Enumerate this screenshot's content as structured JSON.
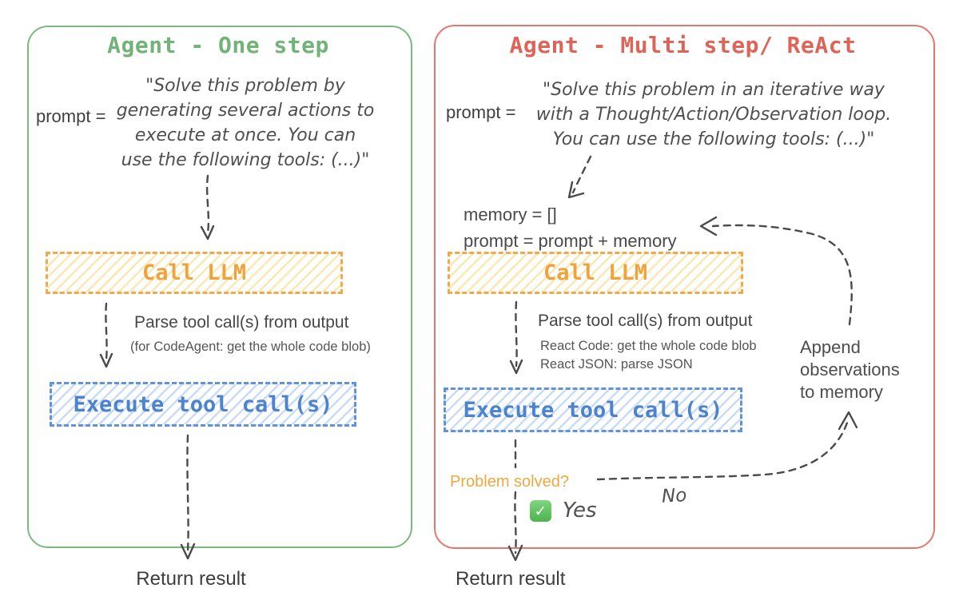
{
  "left_panel": {
    "title": "Agent - One step",
    "accent_color": "#72b377",
    "prompt_label": "prompt =",
    "prompt_lines": [
      "\"Solve this problem by",
      "generating several actions to",
      "execute at once. You can",
      "use the following tools: (...)\""
    ],
    "call_llm_label": "Call LLM",
    "parse_title": "Parse tool call(s) from output",
    "parse_note": "(for CodeAgent: get the whole code blob)",
    "execute_label": "Execute tool call(s)",
    "return_label": "Return result"
  },
  "right_panel": {
    "title": "Agent - Multi step/ ReAct",
    "accent_color": "#dd6457",
    "prompt_label": "prompt =",
    "prompt_lines": [
      "\"Solve this problem in an iterative way",
      "with a Thought/Action/Observation loop.",
      "You can use the following tools: (...)\""
    ],
    "memory_line1": "memory = []",
    "memory_line2": "prompt = prompt + memory",
    "call_llm_label": "Call LLM",
    "parse_title": "Parse tool call(s) from output",
    "parse_note1": "React Code: get the whole code blob",
    "parse_note2": "React JSON: parse JSON",
    "execute_label": "Execute tool call(s)",
    "append_lines": [
      "Append",
      "observations",
      "to memory"
    ],
    "problem_solved_label": "Problem solved?",
    "yes_label": "Yes",
    "no_label": "No",
    "yes_check_icon": "✓",
    "return_label": "Return result"
  },
  "colors": {
    "call_llm_accent": "#f0a94c",
    "execute_accent": "#6292d8",
    "problem_solved": "#eda83f",
    "arrow": "#4a4a4a"
  }
}
